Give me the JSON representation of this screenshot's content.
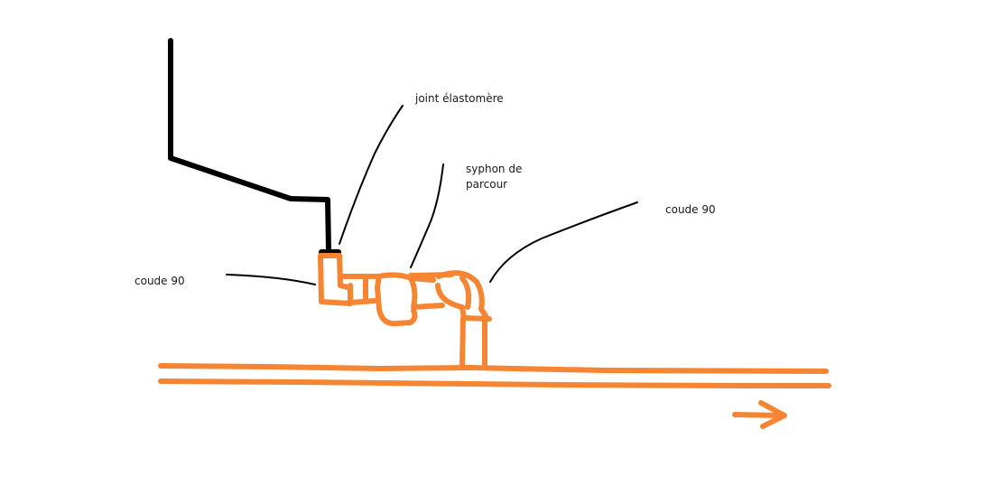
{
  "labels": {
    "joint": "joint élastomère",
    "syphon_line1": "syphon de",
    "syphon_line2": "parcour",
    "coude_right": "coude 90",
    "coude_left": "coude 90"
  },
  "colors": {
    "pipe": "#f58532",
    "drain_pipe": "#000000",
    "leader_line": "#000000",
    "background": "#ffffff"
  },
  "flow_direction": "right"
}
